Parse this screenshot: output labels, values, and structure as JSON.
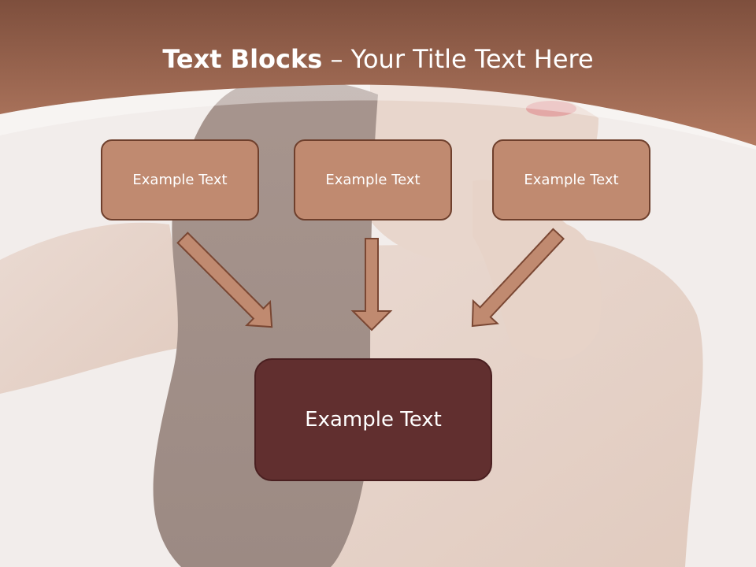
{
  "slide": {
    "title_bold": "Text Blocks",
    "title_dash": " – ",
    "title_rest": "Your Title Text Here",
    "boxes": [
      {
        "label": "Example Text"
      },
      {
        "label": "Example Text"
      },
      {
        "label": "Example Text"
      }
    ],
    "main_box": {
      "label": "Example Text"
    }
  },
  "colors": {
    "header": "#9c6048",
    "box_fill": "#c08a70",
    "box_border": "#6e3f2c",
    "main_box_fill": "#612f2f",
    "title_text": "#ffffff"
  },
  "icons": [
    "arrow-down-right-icon",
    "arrow-down-icon",
    "arrow-down-left-icon"
  ]
}
